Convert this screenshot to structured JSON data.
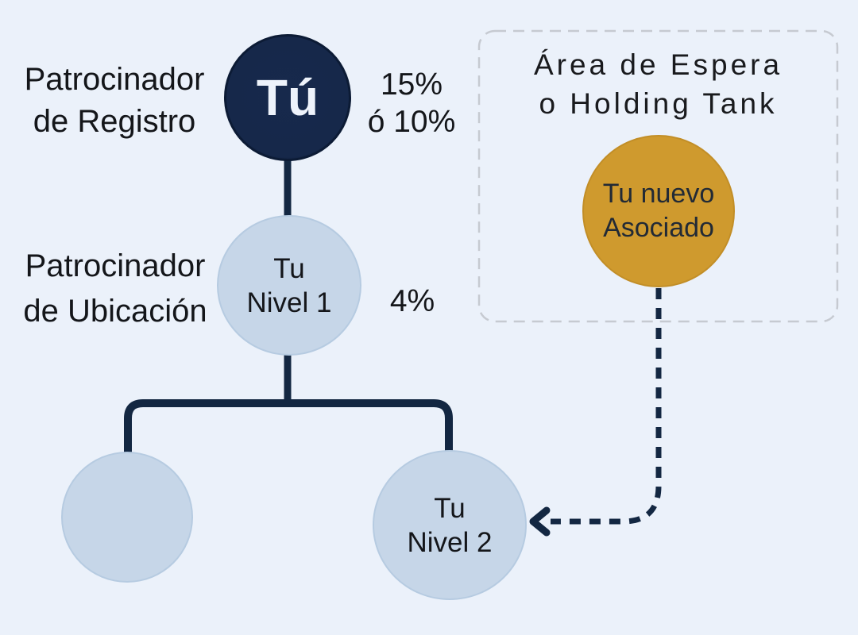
{
  "colors": {
    "background": "#ebf1fa",
    "navy_node": "#142748",
    "navy_line": "#132742",
    "light_blue": "#c6d6e8",
    "light_blue_border": "#b6cbe1",
    "gold": "#cf9a2e",
    "gold_border": "#c28e27",
    "text_dark": "#14161a",
    "text_light": "#eef3fb",
    "dash_gray": "#c6cad1"
  },
  "labels": {
    "sponsor_registration": {
      "line1": "Patrocinador",
      "line2": "de Registro"
    },
    "sponsor_placement": {
      "line1": "Patrocinador",
      "line2": "de Ubicación"
    }
  },
  "nodes": {
    "you": {
      "label": "Tú",
      "percent": {
        "line1": "15%",
        "line2": "ó 10%"
      }
    },
    "level1": {
      "line1": "Tu",
      "line2": "Nivel 1",
      "percent": "4%"
    },
    "level2": {
      "line1": "Tu",
      "line2": "Nivel 2"
    },
    "new_associate": {
      "line1": "Tu nuevo",
      "line2": "Asociado"
    }
  },
  "holding_tank": {
    "title_line1": "Área de Espera",
    "title_line2": "o Holding Tank"
  }
}
